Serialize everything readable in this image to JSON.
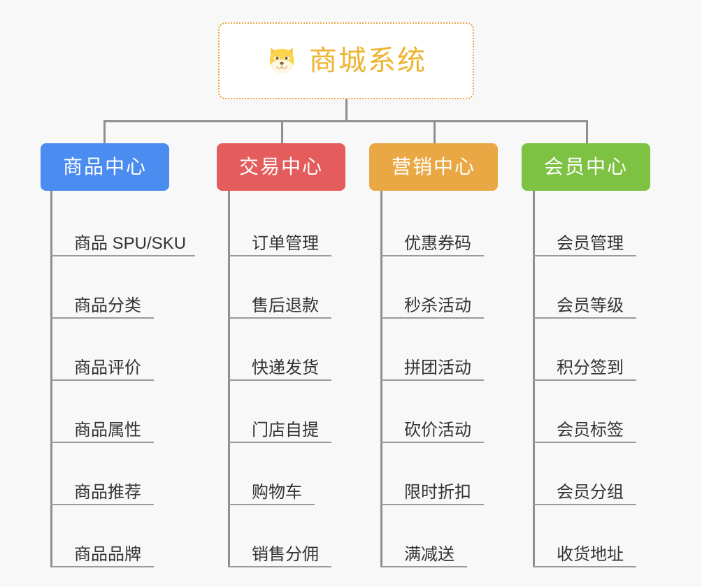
{
  "background_color": "#f8f8f8",
  "root": {
    "title": "商城系统",
    "icon": "shiba-dog-icon",
    "text_color": "#edb430",
    "border_color": "#e8a33d"
  },
  "connector_color": "#8f8f8f",
  "columns": [
    {
      "id": "product-center",
      "label": "商品中心",
      "color": "#4a8cf0",
      "items": [
        {
          "label": "商品 SPU/SKU"
        },
        {
          "label": "商品分类"
        },
        {
          "label": "商品评价"
        },
        {
          "label": "商品属性"
        },
        {
          "label": "商品推荐"
        },
        {
          "label": "商品品牌"
        }
      ]
    },
    {
      "id": "trade-center",
      "label": "交易中心",
      "color": "#e45c5c",
      "items": [
        {
          "label": "订单管理"
        },
        {
          "label": "售后退款"
        },
        {
          "label": "快递发货"
        },
        {
          "label": "门店自提"
        },
        {
          "label": "购物车"
        },
        {
          "label": "销售分佣"
        }
      ]
    },
    {
      "id": "marketing-center",
      "label": "营销中心",
      "color": "#eaa844",
      "items": [
        {
          "label": "优惠券码"
        },
        {
          "label": "秒杀活动"
        },
        {
          "label": "拼团活动"
        },
        {
          "label": "砍价活动"
        },
        {
          "label": "限时折扣"
        },
        {
          "label": "满减送"
        }
      ]
    },
    {
      "id": "member-center",
      "label": "会员中心",
      "color": "#7dc242",
      "items": [
        {
          "label": "会员管理"
        },
        {
          "label": "会员等级"
        },
        {
          "label": "积分签到"
        },
        {
          "label": "会员标签"
        },
        {
          "label": "会员分组"
        },
        {
          "label": "收货地址"
        }
      ]
    }
  ]
}
